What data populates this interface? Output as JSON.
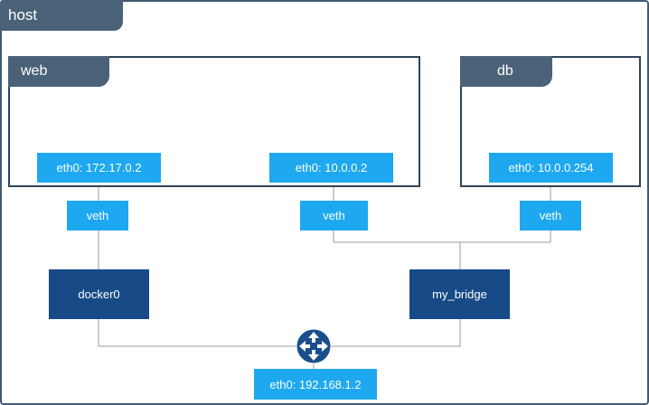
{
  "host": {
    "label": "host"
  },
  "containers": {
    "web": {
      "label": "web",
      "interfaces": [
        "eth0: 172.17.0.2",
        "eth0: 10.0.0.2"
      ]
    },
    "db": {
      "label": "db",
      "interfaces": [
        "eth0: 10.0.0.254"
      ]
    }
  },
  "veth": {
    "label": "veth"
  },
  "bridges": {
    "docker0": "docker0",
    "my_bridge": "my_bridge"
  },
  "host_interface": {
    "label": "eth0: 192.168.1.2"
  },
  "router": {
    "icon": "router-icon"
  },
  "colors": {
    "tab": "#4a6278",
    "border": "#2f4459",
    "interface": "#1ea8f0",
    "bridge": "#174a86",
    "router": "#1b4f8c",
    "wire": "#b0b0b0"
  }
}
